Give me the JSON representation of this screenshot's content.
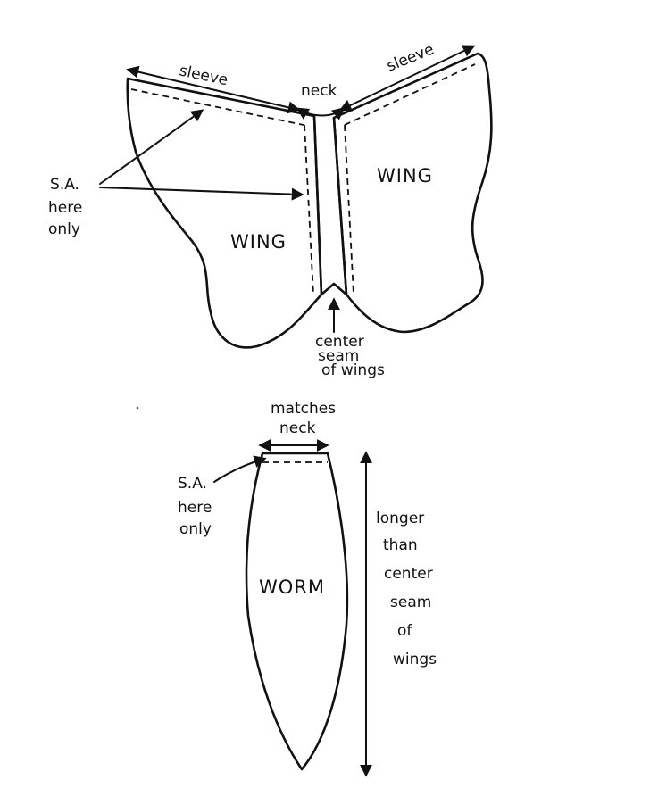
{
  "labels": {
    "sleeve_left": "sleeve",
    "sleeve_right": "sleeve",
    "neck": "neck",
    "wing_left": "WING",
    "wing_right": "WING",
    "sa_top_1": "S.A.",
    "sa_top_2": "here",
    "sa_top_3": "only",
    "center_1": "center",
    "center_2": "seam",
    "center_3": "of wings",
    "matches_1": "matches",
    "matches_2": "neck",
    "sa_bottom_1": "S.A.",
    "sa_bottom_2": "here",
    "sa_bottom_3": "only",
    "worm": "WORM",
    "longer_1": "longer",
    "longer_2": "than",
    "longer_3": "center",
    "longer_4": "seam",
    "longer_5": "of",
    "longer_6": "wings"
  }
}
